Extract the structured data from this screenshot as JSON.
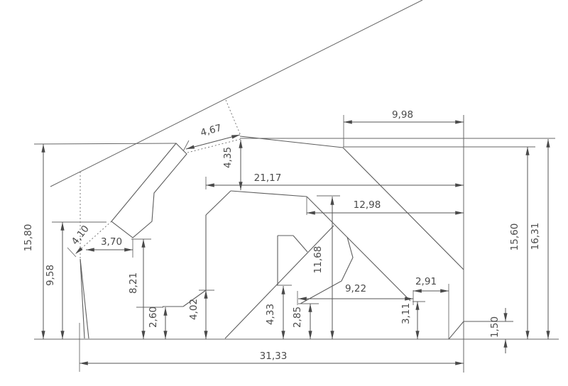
{
  "drawing": {
    "type": "technical cross-section with dimension annotations",
    "line_color": "#5d5d5d",
    "text_color": "#4a4a4a",
    "background": "#ffffff",
    "dimensions": {
      "d4_67": "4,67",
      "d9_98": "9,98",
      "d4_35": "4,35",
      "d21_17": "21,17",
      "d12_98": "12,98",
      "d15_80": "15,80",
      "d9_58": "9,58",
      "d4_10": "4,10",
      "d3_70": "3,70",
      "d8_21": "8,21",
      "d2_60": "2,60",
      "d4_02": "4,02",
      "d11_68": "11,68",
      "d4_33": "4,33",
      "d2_85": "2,85",
      "d9_22": "9,22",
      "d2_91": "2,91",
      "d3_11": "3,11",
      "d15_60": "15,60",
      "d16_31": "16,31",
      "d1_50": "1,50",
      "d31_33": "31,33"
    }
  }
}
